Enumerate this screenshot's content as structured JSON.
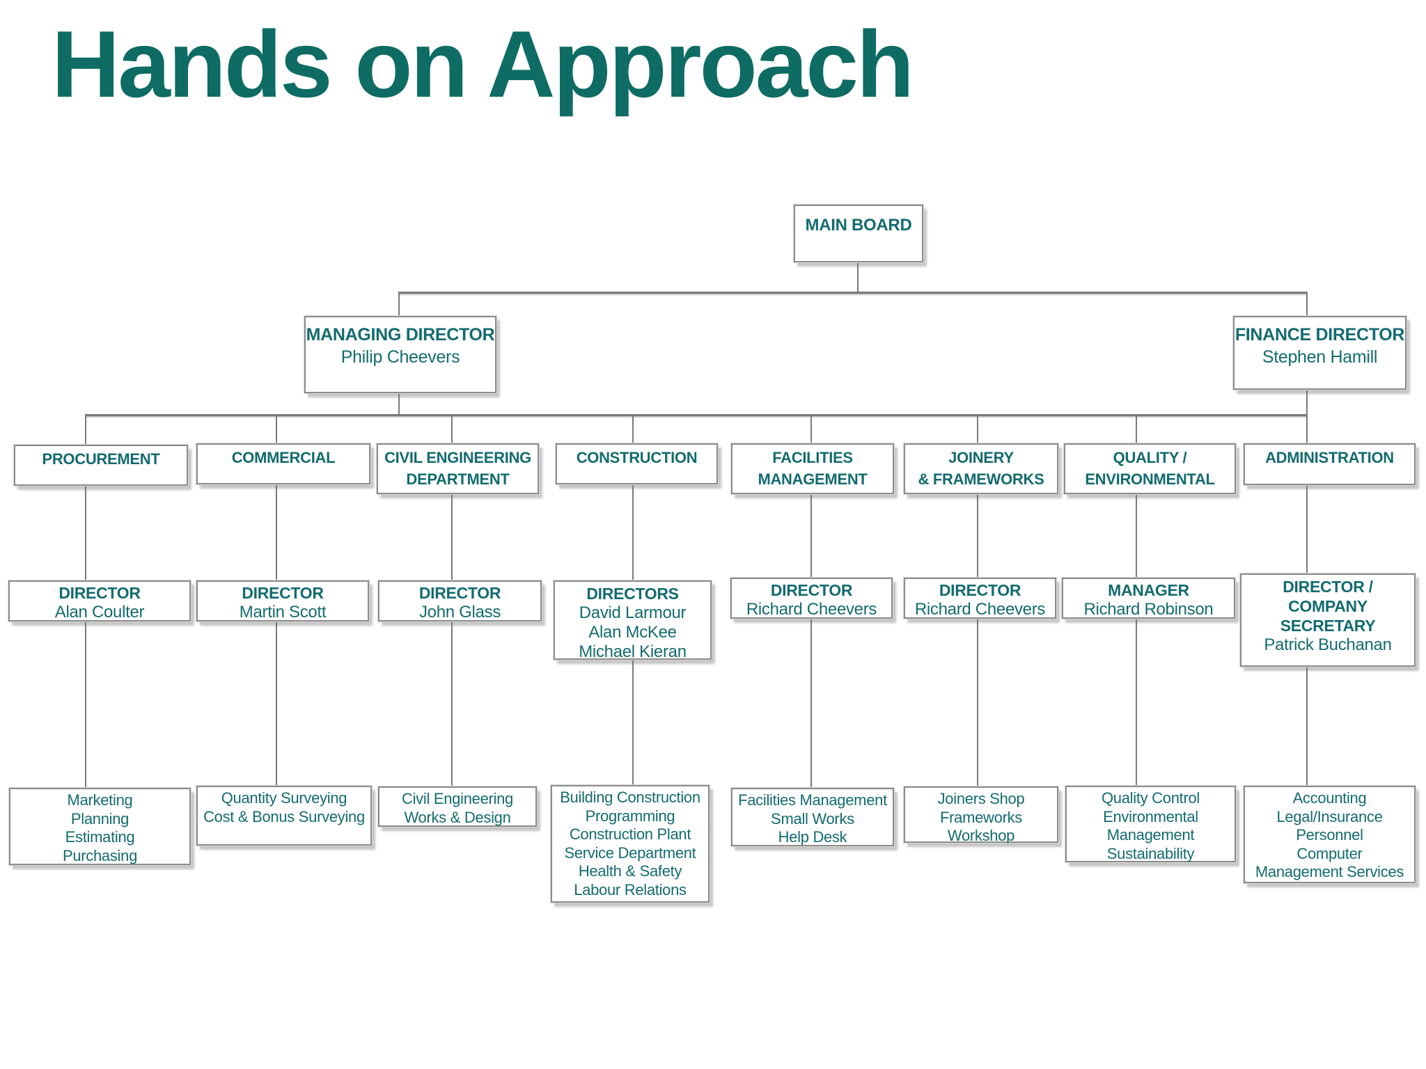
{
  "page": {
    "title": "Hands on Approach"
  },
  "colors": {
    "title_teal": "#0E6C64",
    "box_text_teal": "#136B70",
    "box_border_grey": "#8C8C8C",
    "connector_grey": "#7A7A7A",
    "background": "#FFFFFF"
  },
  "org_chart": {
    "root": {
      "title_lines": [
        "MAIN BOARD"
      ]
    },
    "executives": [
      {
        "title_lines": [
          "MANAGING DIRECTOR"
        ],
        "people": [
          "Philip Cheevers"
        ]
      },
      {
        "title_lines": [
          "FINANCE DIRECTOR"
        ],
        "people": [
          "Stephen Hamill"
        ]
      }
    ],
    "departments": [
      {
        "name_lines": [
          "PROCUREMENT"
        ],
        "role": {
          "title_lines": [
            "DIRECTOR"
          ],
          "people": [
            "Alan Coulter"
          ]
        },
        "functions": [
          "Marketing",
          "Planning",
          "Estimating",
          "Purchasing"
        ]
      },
      {
        "name_lines": [
          "COMMERCIAL"
        ],
        "role": {
          "title_lines": [
            "DIRECTOR"
          ],
          "people": [
            "Martin Scott"
          ]
        },
        "functions": [
          "Quantity Surveying",
          "Cost & Bonus Surveying"
        ]
      },
      {
        "name_lines": [
          "CIVIL ENGINEERING",
          "DEPARTMENT"
        ],
        "role": {
          "title_lines": [
            "DIRECTOR"
          ],
          "people": [
            "John Glass"
          ]
        },
        "functions": [
          "Civil Engineering",
          "Works & Design"
        ]
      },
      {
        "name_lines": [
          "CONSTRUCTION"
        ],
        "role": {
          "title_lines": [
            "DIRECTORS"
          ],
          "people": [
            "David Larmour",
            "Alan McKee",
            "Michael Kieran"
          ]
        },
        "functions": [
          "Building Construction",
          "Programming",
          "Construction Plant",
          "Service Department",
          "Health & Safety",
          "Labour Relations"
        ]
      },
      {
        "name_lines": [
          "FACILITIES",
          "MANAGEMENT"
        ],
        "role": {
          "title_lines": [
            "DIRECTOR"
          ],
          "people": [
            "Richard Cheevers"
          ]
        },
        "functions": [
          "Facilities Management",
          "Small Works",
          "Help Desk"
        ]
      },
      {
        "name_lines": [
          "JOINERY",
          "& FRAMEWORKS"
        ],
        "role": {
          "title_lines": [
            "DIRECTOR"
          ],
          "people": [
            "Richard Cheevers"
          ]
        },
        "functions": [
          "Joiners Shop",
          "Frameworks",
          "Workshop"
        ]
      },
      {
        "name_lines": [
          "QUALITY /",
          "ENVIRONMENTAL"
        ],
        "role": {
          "title_lines": [
            "MANAGER"
          ],
          "people": [
            "Richard Robinson"
          ]
        },
        "functions": [
          "Quality Control",
          "Environmental",
          "Management",
          "Sustainability"
        ]
      },
      {
        "name_lines": [
          "ADMINISTRATION"
        ],
        "role": {
          "title_lines": [
            "DIRECTOR /",
            "COMPANY",
            "SECRETARY"
          ],
          "people": [
            "Patrick Buchanan"
          ]
        },
        "functions": [
          "Accounting",
          "Legal/Insurance",
          "Personnel",
          "Computer",
          "Management Services"
        ]
      }
    ]
  }
}
